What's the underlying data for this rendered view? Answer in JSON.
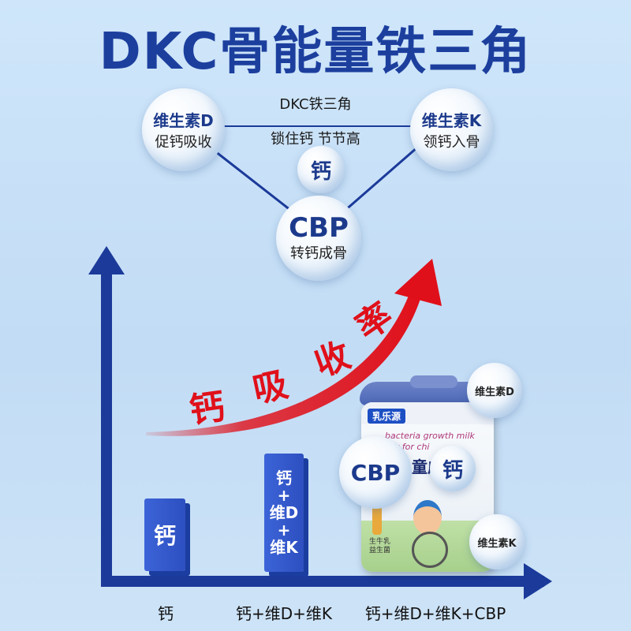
{
  "title": "DKC骨能量铁三角",
  "triangle": {
    "left_bubble": {
      "line1": "维生素D",
      "line2": "促钙吸收"
    },
    "right_bubble": {
      "line1": "维生素K",
      "line2": "领钙入骨"
    },
    "bottom_bubble": {
      "line1": "CBP",
      "line2": "转钙成骨"
    },
    "center_label": "钙",
    "caption_line1": "DKC铁三角",
    "caption_line2": "锁住钙 节节高"
  },
  "arrow_text": [
    "钙",
    "吸",
    "收",
    "率"
  ],
  "bars": [
    {
      "label": "钙",
      "value": 1
    },
    {
      "label": "钙\n+\n维D\n+\n维K",
      "value": 2
    }
  ],
  "x_categories": [
    "钙",
    "钙+维D+维K",
    "钙+维D+维K+CBP"
  ],
  "product_bubbles": {
    "cbp": "CBP",
    "gai": "钙",
    "vitd": "维生素D",
    "vitk": "维生素K"
  },
  "can": {
    "brand": "乳乐源",
    "text_en": "bacteria growth milk\nder for chi",
    "text_cn": "儿童成",
    "bottom_text": "生牛乳\n益生菌"
  },
  "colors": {
    "title": "#1c3f9e",
    "bar": "#2f52c6",
    "axis": "#1b3a9a",
    "arrow": "#e0101a"
  }
}
